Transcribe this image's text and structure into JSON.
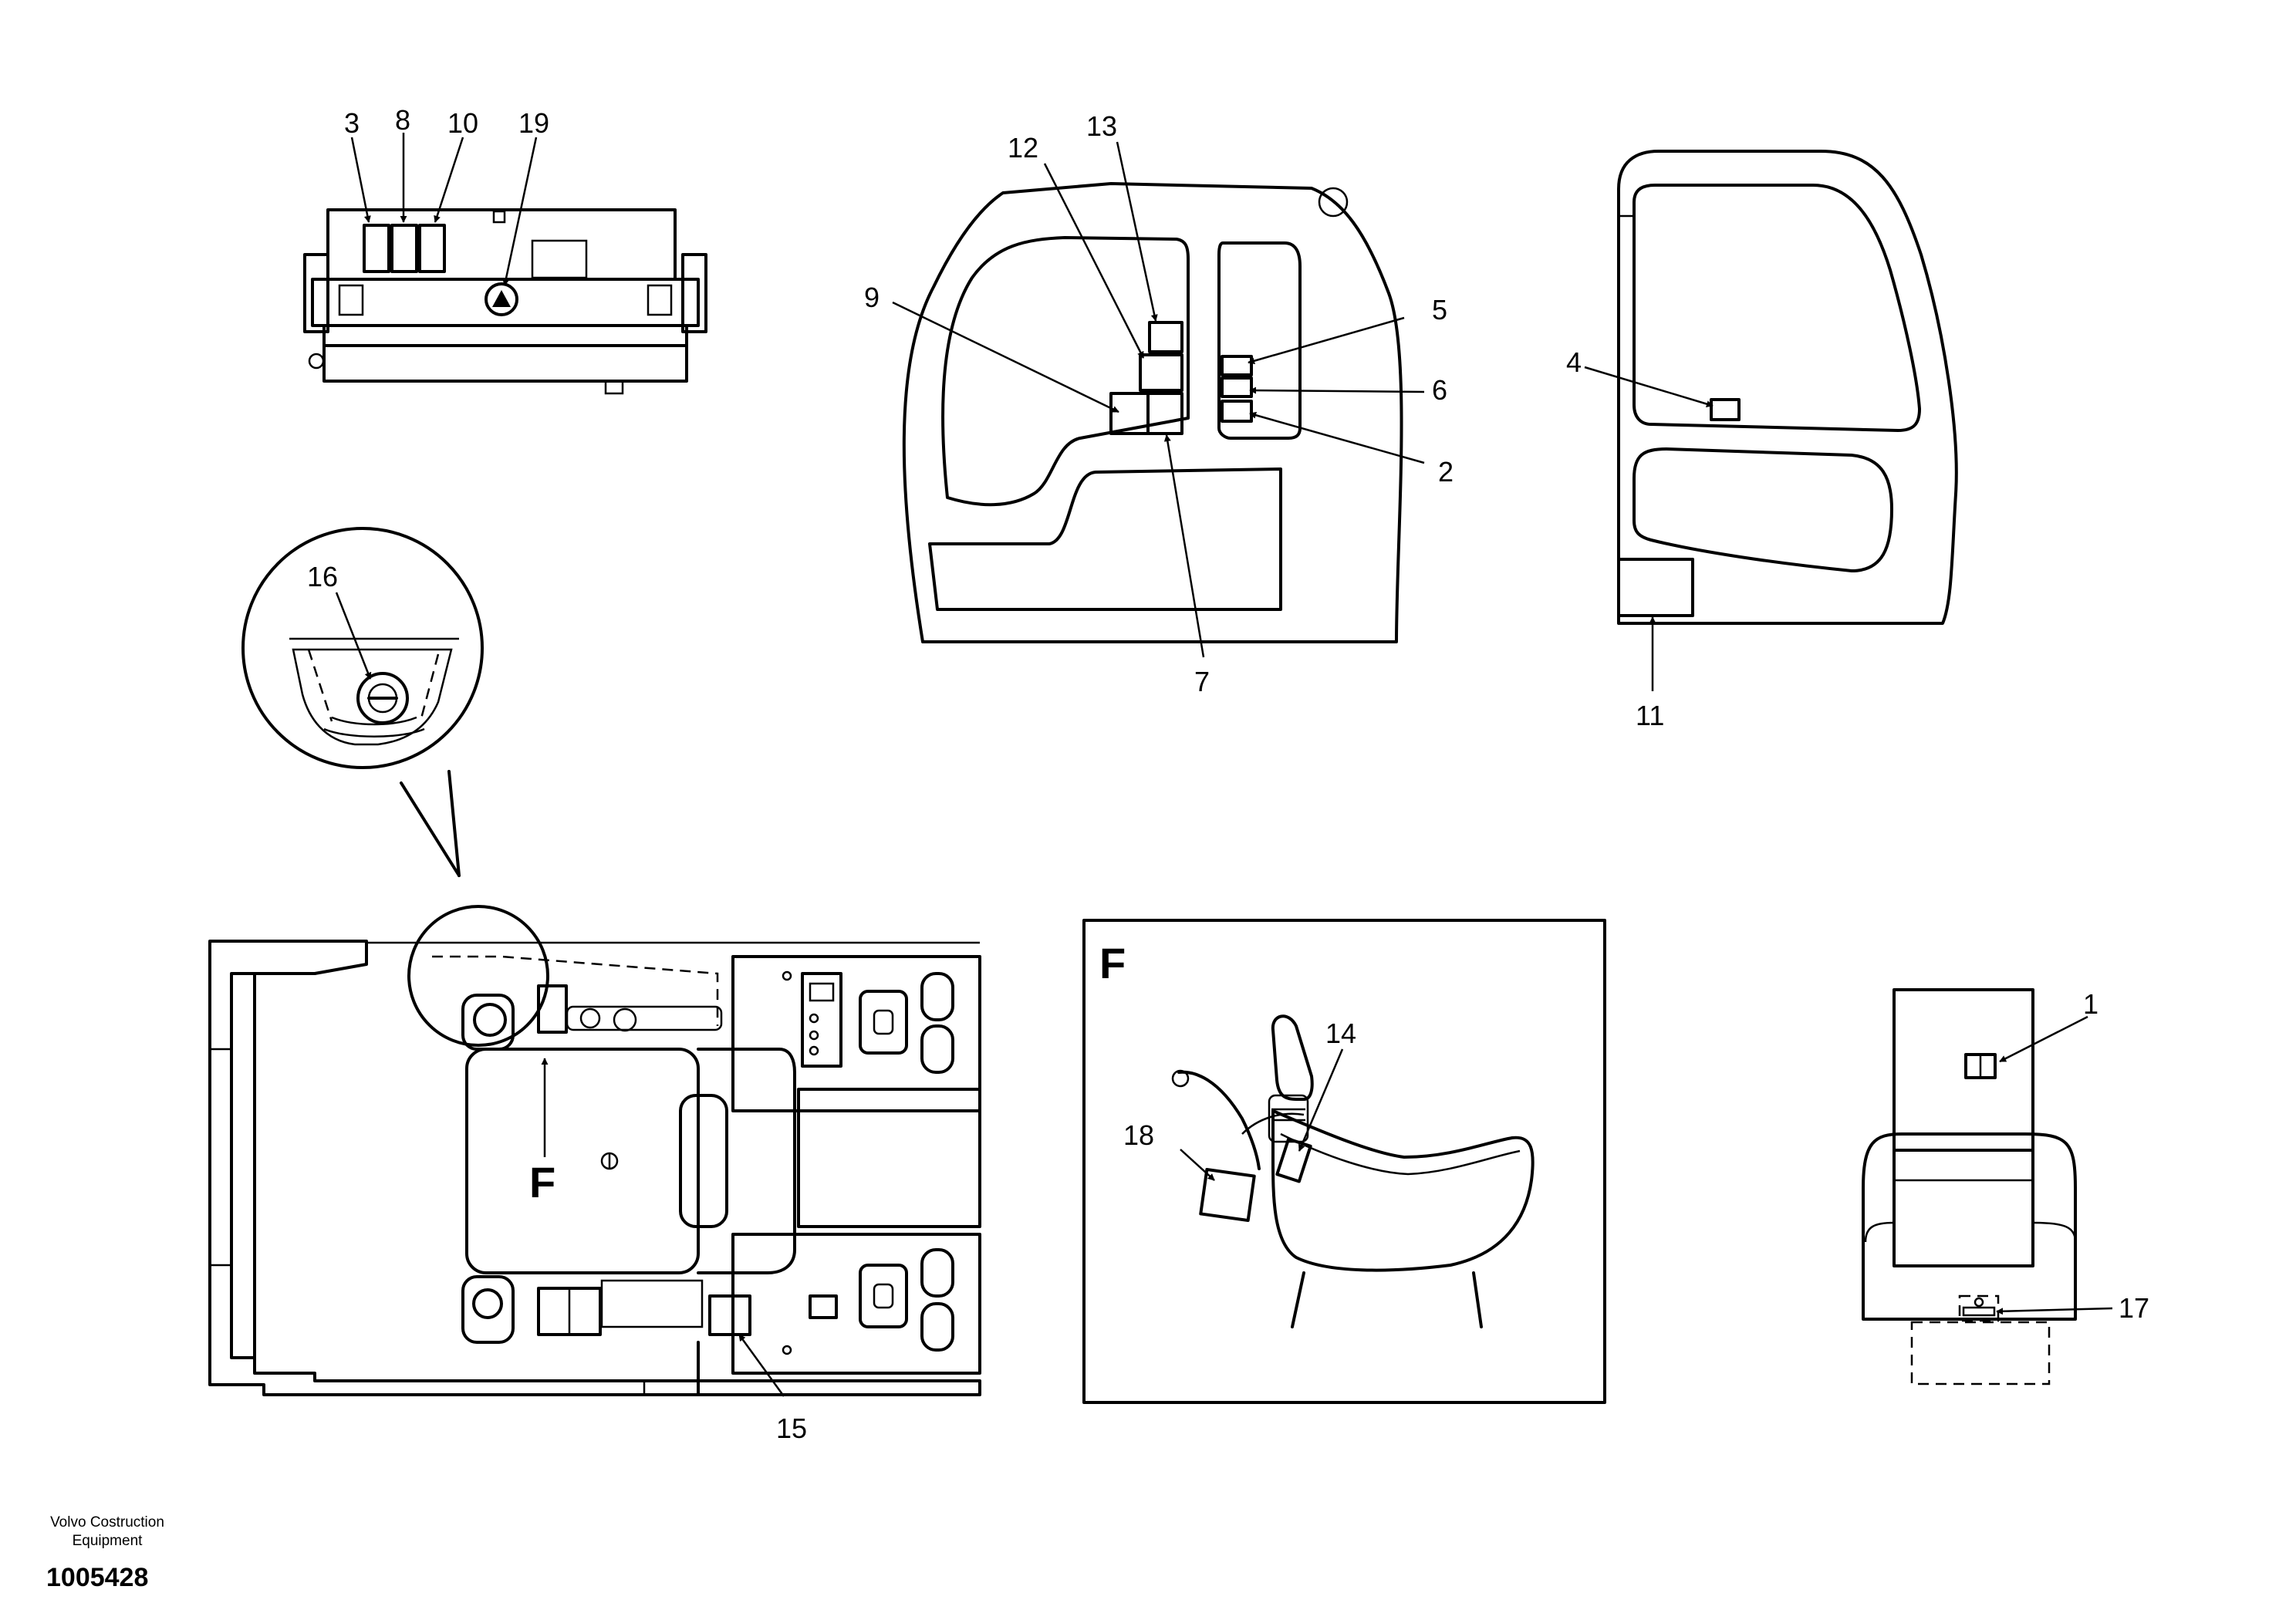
{
  "callouts": {
    "c1": "1",
    "c2": "2",
    "c3": "3",
    "c4": "4",
    "c5": "5",
    "c6": "6",
    "c7": "7",
    "c8": "8",
    "c9": "9",
    "c10": "10",
    "c11": "11",
    "c12": "12",
    "c13": "13",
    "c14": "14",
    "c15": "15",
    "c16": "16",
    "c17": "17",
    "c18": "18",
    "c19": "19"
  },
  "views": {
    "detail_label": "F"
  },
  "footer": {
    "company_line1": "Volvo Costruction",
    "company_line2": "Equipment",
    "document_number": "1005428"
  }
}
